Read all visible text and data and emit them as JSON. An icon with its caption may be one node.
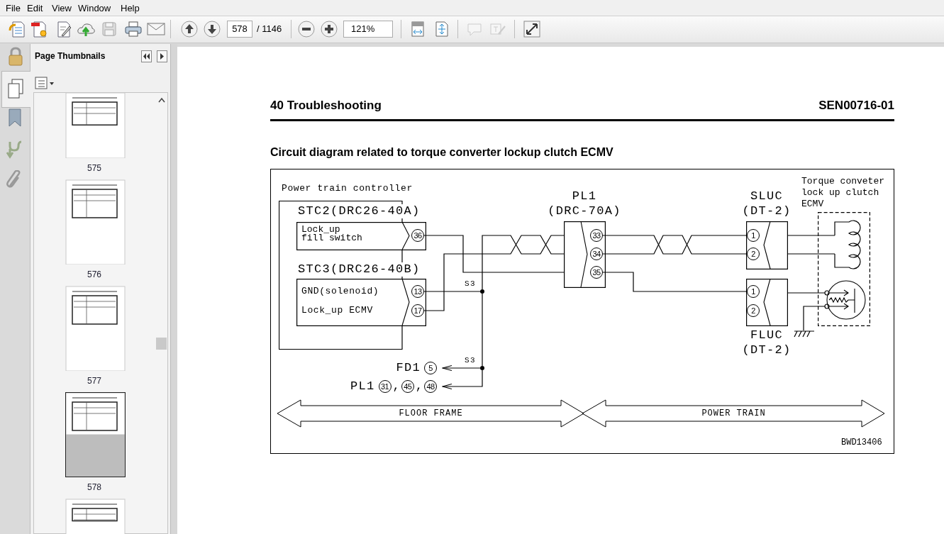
{
  "diagram": {
    "title": "Circuit diagram related to torque converter lockup clutch ECMV",
    "nodes": [
      {
        "text": [
          "Power train controller"
        ]
      },
      {
        "text": [
          "STC2(DRC26-40A)",
          "Lock_up fill switch"
        ],
        "in": 0
      },
      {
        "text": [
          "36"
        ],
        "in": 1
      },
      {
        "text": [
          "STC3(DRC26-40B)",
          "GND(solenoid)",
          "Lock_up ECMV"
        ],
        "in": 0
      },
      {
        "text": [
          "13"
        ],
        "in": 3
      },
      {
        "text": [
          "17"
        ],
        "in": 3
      },
      {
        "text": [
          "PL1 (DRC-70A)"
        ]
      },
      {
        "text": [
          "33"
        ],
        "in": 6
      },
      {
        "text": [
          "34"
        ],
        "in": 6
      },
      {
        "text": [
          "35"
        ],
        "in": 6
      },
      {
        "text": [
          "SLUC (DT-2)"
        ]
      },
      {
        "text": [
          "1"
        ],
        "in": 10
      },
      {
        "text": [
          "2"
        ],
        "in": 10
      },
      {
        "text": [
          "FLUC (DT-2)"
        ]
      },
      {
        "text": [
          "1"
        ],
        "in": 13
      },
      {
        "text": [
          "2"
        ],
        "in": 13
      },
      {
        "text": [
          "Torque conveter lock up clutch ECMV"
        ]
      },
      {
        "text": [],
        "shape": "coil",
        "in": 16
      },
      {
        "text": [],
        "shape": "circle",
        "in": 16
      },
      {
        "text": [],
        "shape": "ground"
      },
      {
        "text": [],
        "shape": "dot",
        "beside": [
          "S3"
        ]
      },
      {
        "text": [],
        "shape": "dot",
        "beside": [
          "S3"
        ]
      },
      {
        "text": [
          "FD1",
          "5"
        ]
      },
      {
        "text": [
          "PL1",
          "31",
          ",",
          "45",
          ",",
          "48"
        ]
      },
      {
        "text": [
          "FLOOR FRAME"
        ]
      },
      {
        "text": [
          "POWER TRAIN"
        ]
      }
    ],
    "edges": [
      {
        "from": 2,
        "to": 6,
        "arrow": "none"
      },
      {
        "from": 4,
        "to": 20,
        "arrow": "none"
      },
      {
        "from": 20,
        "to": 6,
        "arrow": "none"
      },
      {
        "from": 5,
        "to": 6,
        "arrow": "none"
      },
      {
        "from": 20,
        "to": 21,
        "arrow": "none"
      },
      {
        "from": 21,
        "to": 22,
        "arrow": "to"
      },
      {
        "from": 21,
        "to": 23,
        "arrow": "to"
      },
      {
        "from": 7,
        "to": 11,
        "arrow": "none"
      },
      {
        "from": 8,
        "to": 12,
        "arrow": "none"
      },
      {
        "from": 9,
        "to": 14,
        "arrow": "none"
      },
      {
        "from": 10,
        "to": 17,
        "arrow": "none"
      },
      {
        "from": 10,
        "to": 17,
        "arrow": "none"
      },
      {
        "from": 13,
        "to": 18,
        "arrow": "none"
      },
      {
        "from": 18,
        "to": 19,
        "arrow": "none"
      }
    ],
    "labels": [
      "File",
      "Edit",
      "View",
      "Window",
      "Help",
      "578",
      "/ 1146",
      "121%",
      "Page Thumbnails",
      "575",
      "576",
      "577",
      "578",
      "40 Troubleshooting",
      "SEN00716-01",
      "BWD13406"
    ]
  }
}
